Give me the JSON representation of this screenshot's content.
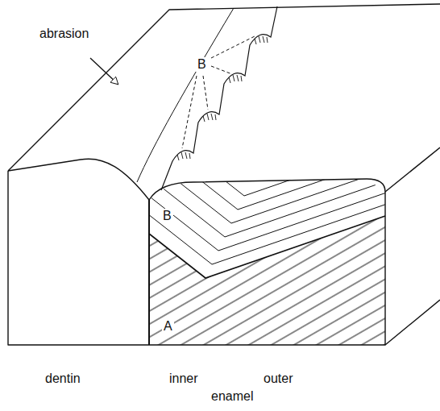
{
  "diagram": {
    "labels": [
      "abrasion",
      "B",
      "B",
      "A",
      "dentin",
      "inner",
      "outer",
      "enamel"
    ]
  }
}
